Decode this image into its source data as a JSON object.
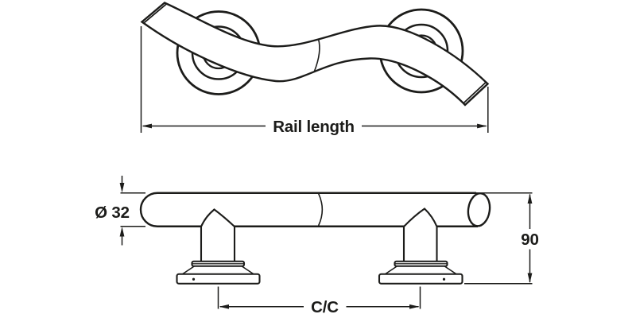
{
  "colors": {
    "ink": "#1c1c1a",
    "paper": "#ffffff"
  },
  "drawing": {
    "top_view": {
      "rail_length_label": "Rail length"
    },
    "side_view": {
      "diameter_label": "Ø 32",
      "height_label": "90",
      "center_distance_label": "C/C"
    }
  }
}
